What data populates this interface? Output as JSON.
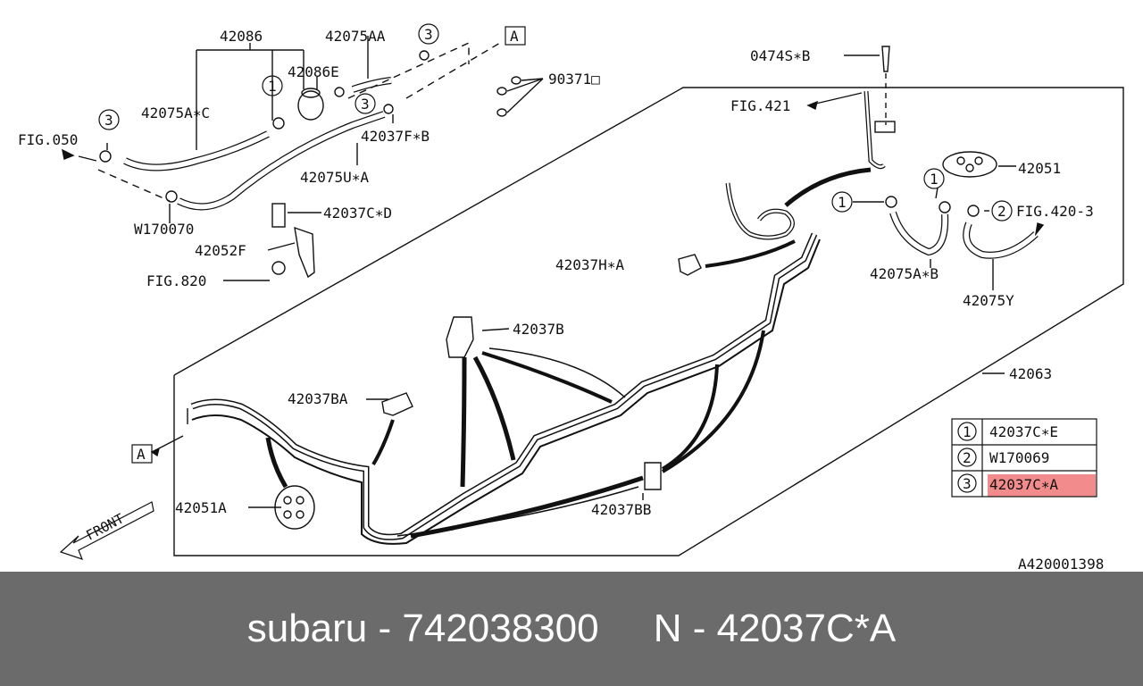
{
  "labels": {
    "l_42086": "42086",
    "l_42075AA": "42075AA",
    "l_0474S": "0474S∗B",
    "l_42086E": "42086E",
    "l_90371": "90371□",
    "l_42075AC": "42075A∗C",
    "l_fig421": "FIG.421",
    "l_fig050": "FIG.050",
    "l_42037FB": "42037F∗B",
    "l_42075UA": "42075U∗A",
    "l_42051": "42051",
    "l_W170070": "W170070",
    "l_42037CD": "42037C∗D",
    "l_fig4203": "FIG.420-3",
    "l_42052F": "42052F",
    "l_42037HA": "42037H∗A",
    "l_42075AB": "42075A∗B",
    "l_fig820": "FIG.820",
    "l_42075Y": "42075Y",
    "l_42037B": "42037B",
    "l_42063": "42063",
    "l_42037BA": "42037BA",
    "l_42051A": "42051A",
    "l_42037BB": "42037BB",
    "l_front": "FRONT",
    "refA": "A",
    "doc_code": "A420001398"
  },
  "callouts": {
    "one": "1",
    "two": "2",
    "three": "3"
  },
  "legend": [
    {
      "num": "1",
      "part": "42037C∗E",
      "highlight": false
    },
    {
      "num": "2",
      "part": "W170069",
      "highlight": false
    },
    {
      "num": "3",
      "part": "42037C∗A",
      "highlight": true
    }
  ],
  "colors": {
    "highlight": "#f28b8b",
    "footer_bg": "#6b6b6b",
    "footer_text": "#ffffff"
  },
  "footer": {
    "brand": "subaru",
    "sep1": " - ",
    "part_number": "742038300",
    "gap": "     ",
    "note": "N - 42037C*A"
  }
}
